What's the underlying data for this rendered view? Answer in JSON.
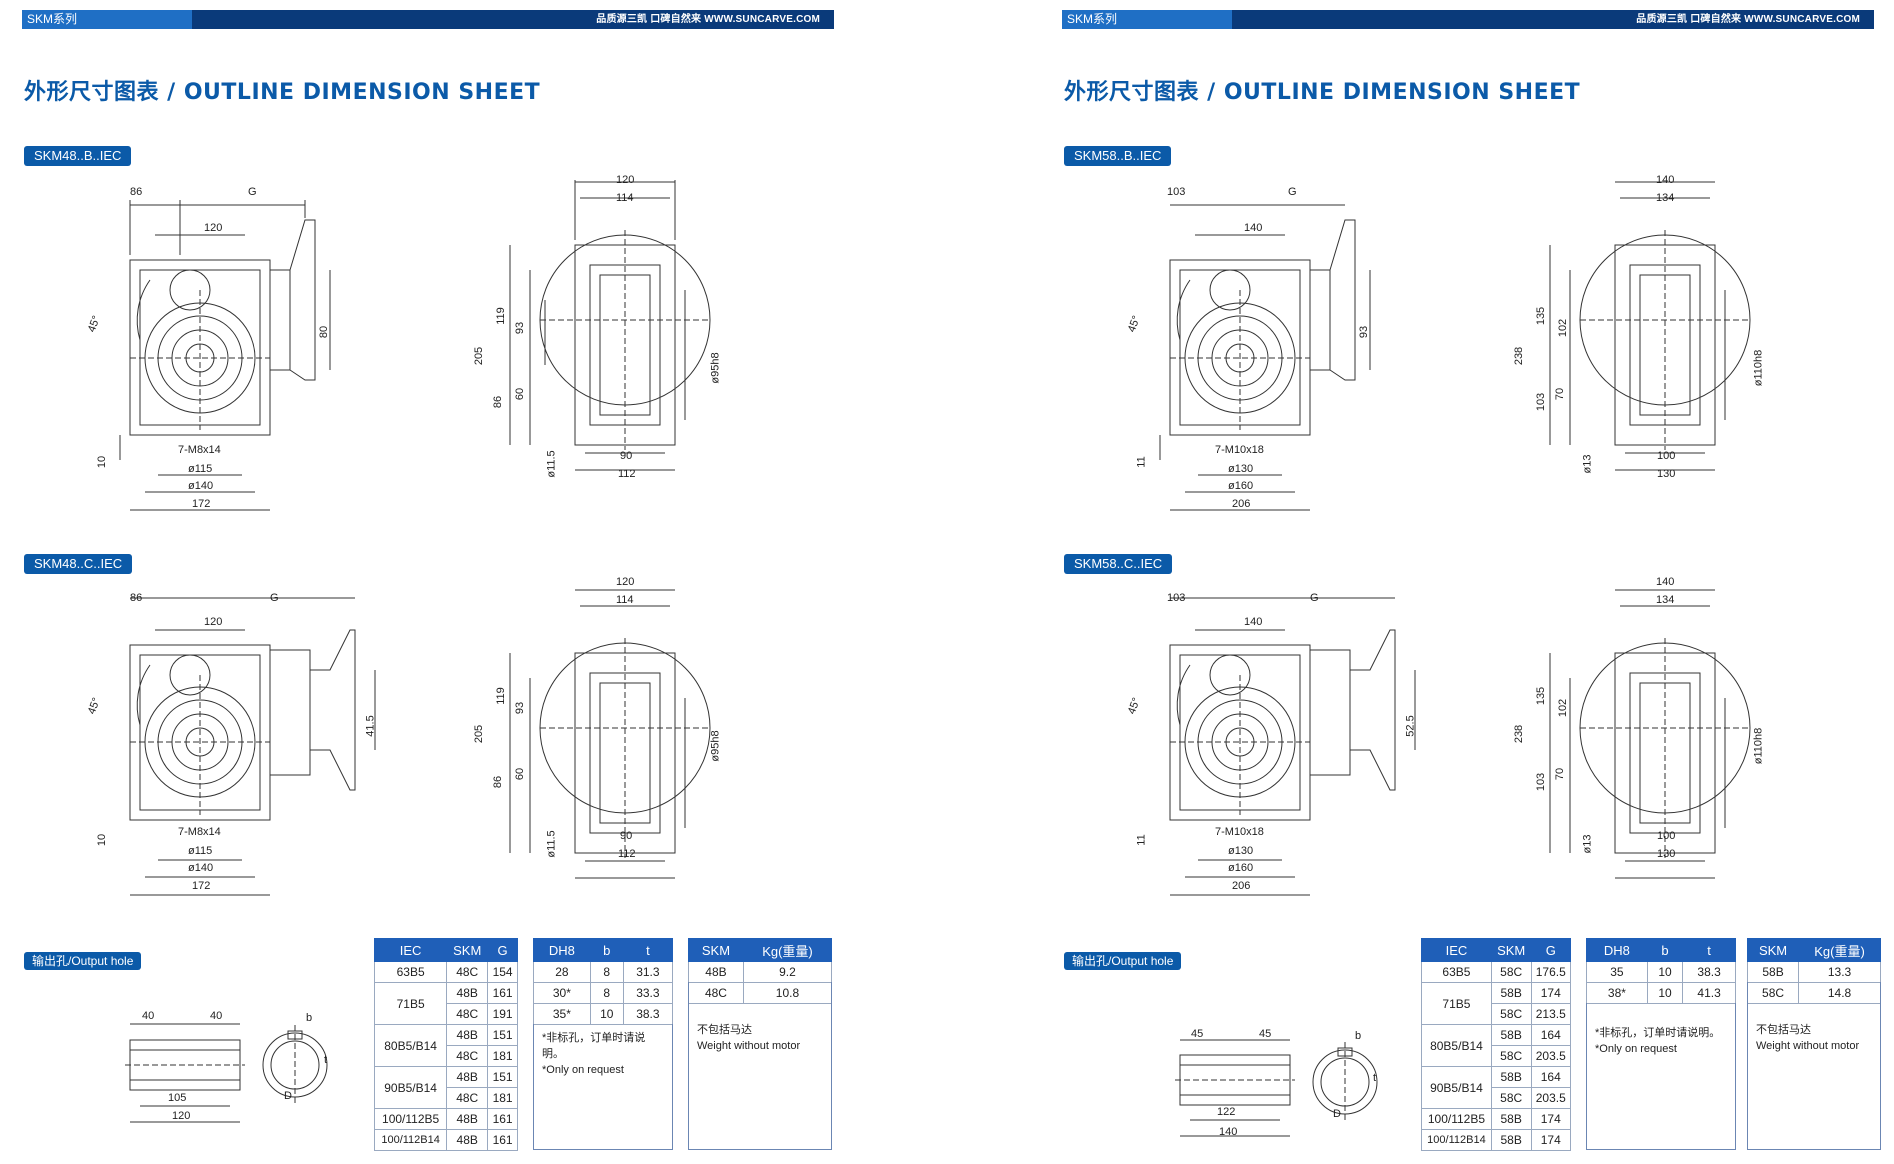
{
  "header": {
    "series_tag": "SKM系列",
    "slogan": "品质源三凯 口碑自然来  WWW.SUNCARVE.COM"
  },
  "title": "外形尺寸图表 / OUTLINE DIMENSION SHEET",
  "output_hole_tag": "输出孔/Output hole",
  "pages": [
    {
      "model_b": "SKM48..B..IEC",
      "model_c": "SKM48..C..IEC",
      "front": {
        "d_top_left": "86",
        "d_top_g": "G",
        "d_120": "120",
        "d_45": "45°",
        "d_80": "80",
        "d_10": "10",
        "d_bolt": "7-M8x14",
        "d_dia1": "ø115",
        "d_dia2": "ø140",
        "d_width": "172",
        "d_c_height": "41.5"
      },
      "side": {
        "d_w1": "120",
        "d_w2": "114",
        "d_h1": "205",
        "d_h2": "119",
        "d_h3": "93",
        "d_h4": "86",
        "d_h5": "60",
        "d_bore": "ø95h8",
        "d_base": "ø11.5",
        "d_b1": "90",
        "d_b2": "112"
      },
      "hole": {
        "h1": "40",
        "h2": "40",
        "h3": "105",
        "h4": "120",
        "b": "b",
        "t": "t",
        "D": "D"
      },
      "table1": {
        "headers": [
          "IEC",
          "SKM",
          "G"
        ],
        "rows": [
          [
            "63B5",
            "48C",
            "154"
          ],
          [
            "71B5",
            "48B",
            "161"
          ],
          [
            "",
            "48C",
            "191"
          ],
          [
            "80B5/B14",
            "48B",
            "151"
          ],
          [
            "",
            "48C",
            "181"
          ],
          [
            "90B5/B14",
            "48B",
            "151"
          ],
          [
            "",
            "48C",
            "181"
          ],
          [
            "100/112B5",
            "48B",
            "161"
          ],
          [
            "100/112B14",
            "48B",
            "161"
          ]
        ]
      },
      "table2": {
        "headers": [
          "DH8",
          "b",
          "t"
        ],
        "rows": [
          [
            "28",
            "8",
            "31.3"
          ],
          [
            "30*",
            "8",
            "33.3"
          ],
          [
            "35*",
            "10",
            "38.3"
          ]
        ],
        "note1": "*非标孔，订单时请说明。",
        "note2": "*Only on request"
      },
      "table3": {
        "headers": [
          "SKM",
          "Kg(重量)"
        ],
        "rows": [
          [
            "48B",
            "9.2"
          ],
          [
            "48C",
            "10.8"
          ]
        ],
        "note1": "不包括马达",
        "note2": "Weight without motor"
      }
    },
    {
      "model_b": "SKM58..B..IEC",
      "model_c": "SKM58..C..IEC",
      "front": {
        "d_top_left": "103",
        "d_top_g": "G",
        "d_120": "140",
        "d_45": "45°",
        "d_80": "93",
        "d_10": "11",
        "d_bolt": "7-M10x18",
        "d_dia1": "ø130",
        "d_dia2": "ø160",
        "d_width": "206",
        "d_c_height": "52.5"
      },
      "side": {
        "d_w1": "140",
        "d_w2": "134",
        "d_h1": "238",
        "d_h2": "135",
        "d_h3": "102",
        "d_h4": "103",
        "d_h5": "70",
        "d_bore": "ø110h8",
        "d_base": "ø13",
        "d_b1": "100",
        "d_b2": "130"
      },
      "hole": {
        "h1": "45",
        "h2": "45",
        "h3": "122",
        "h4": "140",
        "b": "b",
        "t": "t",
        "D": "D"
      },
      "table1": {
        "headers": [
          "IEC",
          "SKM",
          "G"
        ],
        "rows": [
          [
            "63B5",
            "58C",
            "176.5"
          ],
          [
            "71B5",
            "58B",
            "174"
          ],
          [
            "",
            "58C",
            "213.5"
          ],
          [
            "80B5/B14",
            "58B",
            "164"
          ],
          [
            "",
            "58C",
            "203.5"
          ],
          [
            "90B5/B14",
            "58B",
            "164"
          ],
          [
            "",
            "58C",
            "203.5"
          ],
          [
            "100/112B5",
            "58B",
            "174"
          ],
          [
            "100/112B14",
            "58B",
            "174"
          ]
        ]
      },
      "table2": {
        "headers": [
          "DH8",
          "b",
          "t"
        ],
        "rows": [
          [
            "35",
            "10",
            "38.3"
          ],
          [
            "38*",
            "10",
            "41.3"
          ]
        ],
        "note1": "*非标孔，订单时请说明。",
        "note2": "*Only on request"
      },
      "table3": {
        "headers": [
          "SKM",
          "Kg(重量)"
        ],
        "rows": [
          [
            "58B",
            "13.3"
          ],
          [
            "58C",
            "14.8"
          ]
        ],
        "note1": "不包括马达",
        "note2": "Weight without motor"
      }
    }
  ]
}
